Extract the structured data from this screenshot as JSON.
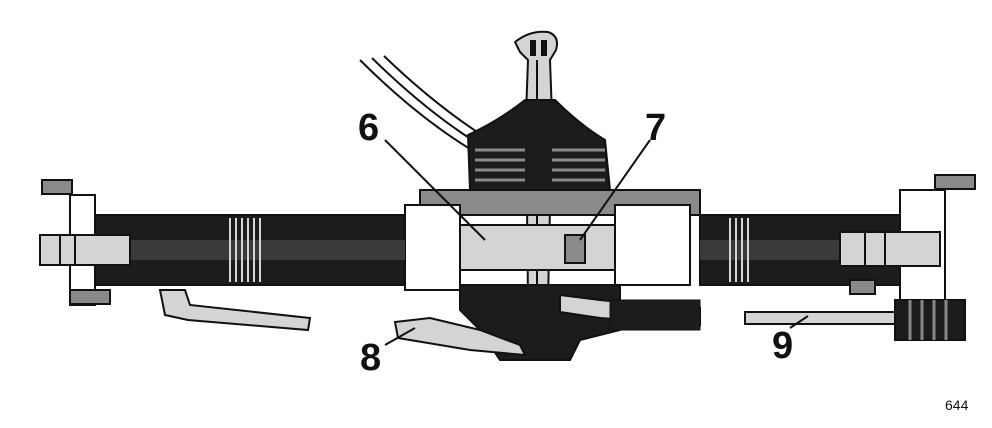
{
  "callouts": {
    "c6": "6",
    "c7": "7",
    "c8": "8",
    "c9": "9"
  },
  "figure_number": "644",
  "colors": {
    "ink": "#111111",
    "dark_fill": "#1c1c1c",
    "mid_grey": "#8a8a8a",
    "light_grey": "#d4d4d4",
    "paper": "#ffffff"
  }
}
